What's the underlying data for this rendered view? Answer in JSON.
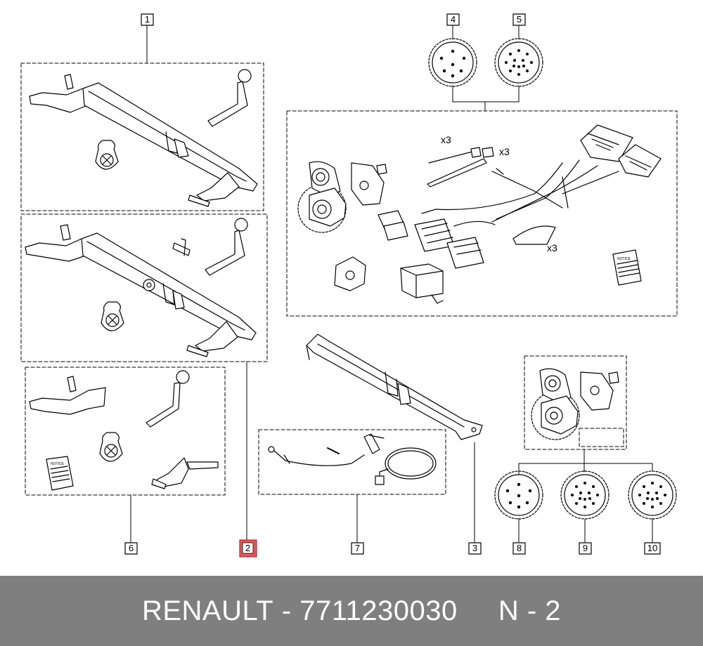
{
  "callouts": [
    {
      "id": "callout-1",
      "text": "1"
    },
    {
      "id": "callout-2",
      "text": "2",
      "highlighted": true
    },
    {
      "id": "callout-3",
      "text": "3"
    },
    {
      "id": "callout-4",
      "text": "4"
    },
    {
      "id": "callout-5",
      "text": "5"
    },
    {
      "id": "callout-6",
      "text": "6"
    },
    {
      "id": "callout-7",
      "text": "7"
    },
    {
      "id": "callout-8",
      "text": "8"
    },
    {
      "id": "callout-9",
      "text": "9"
    },
    {
      "id": "callout-10",
      "text": "10"
    }
  ],
  "quantity_notes": {
    "screws": "x3",
    "ties": "x3",
    "clips": "x3"
  },
  "booklet_label": "NOTICE",
  "colors": {
    "line": "#000000",
    "highlight": "#e05a5a",
    "footer_bg": "#7f7f7f",
    "footer_text": "#ffffff"
  },
  "footer": {
    "brand": "RENAULT",
    "part_number": "7711230030",
    "position": "N - 2"
  }
}
